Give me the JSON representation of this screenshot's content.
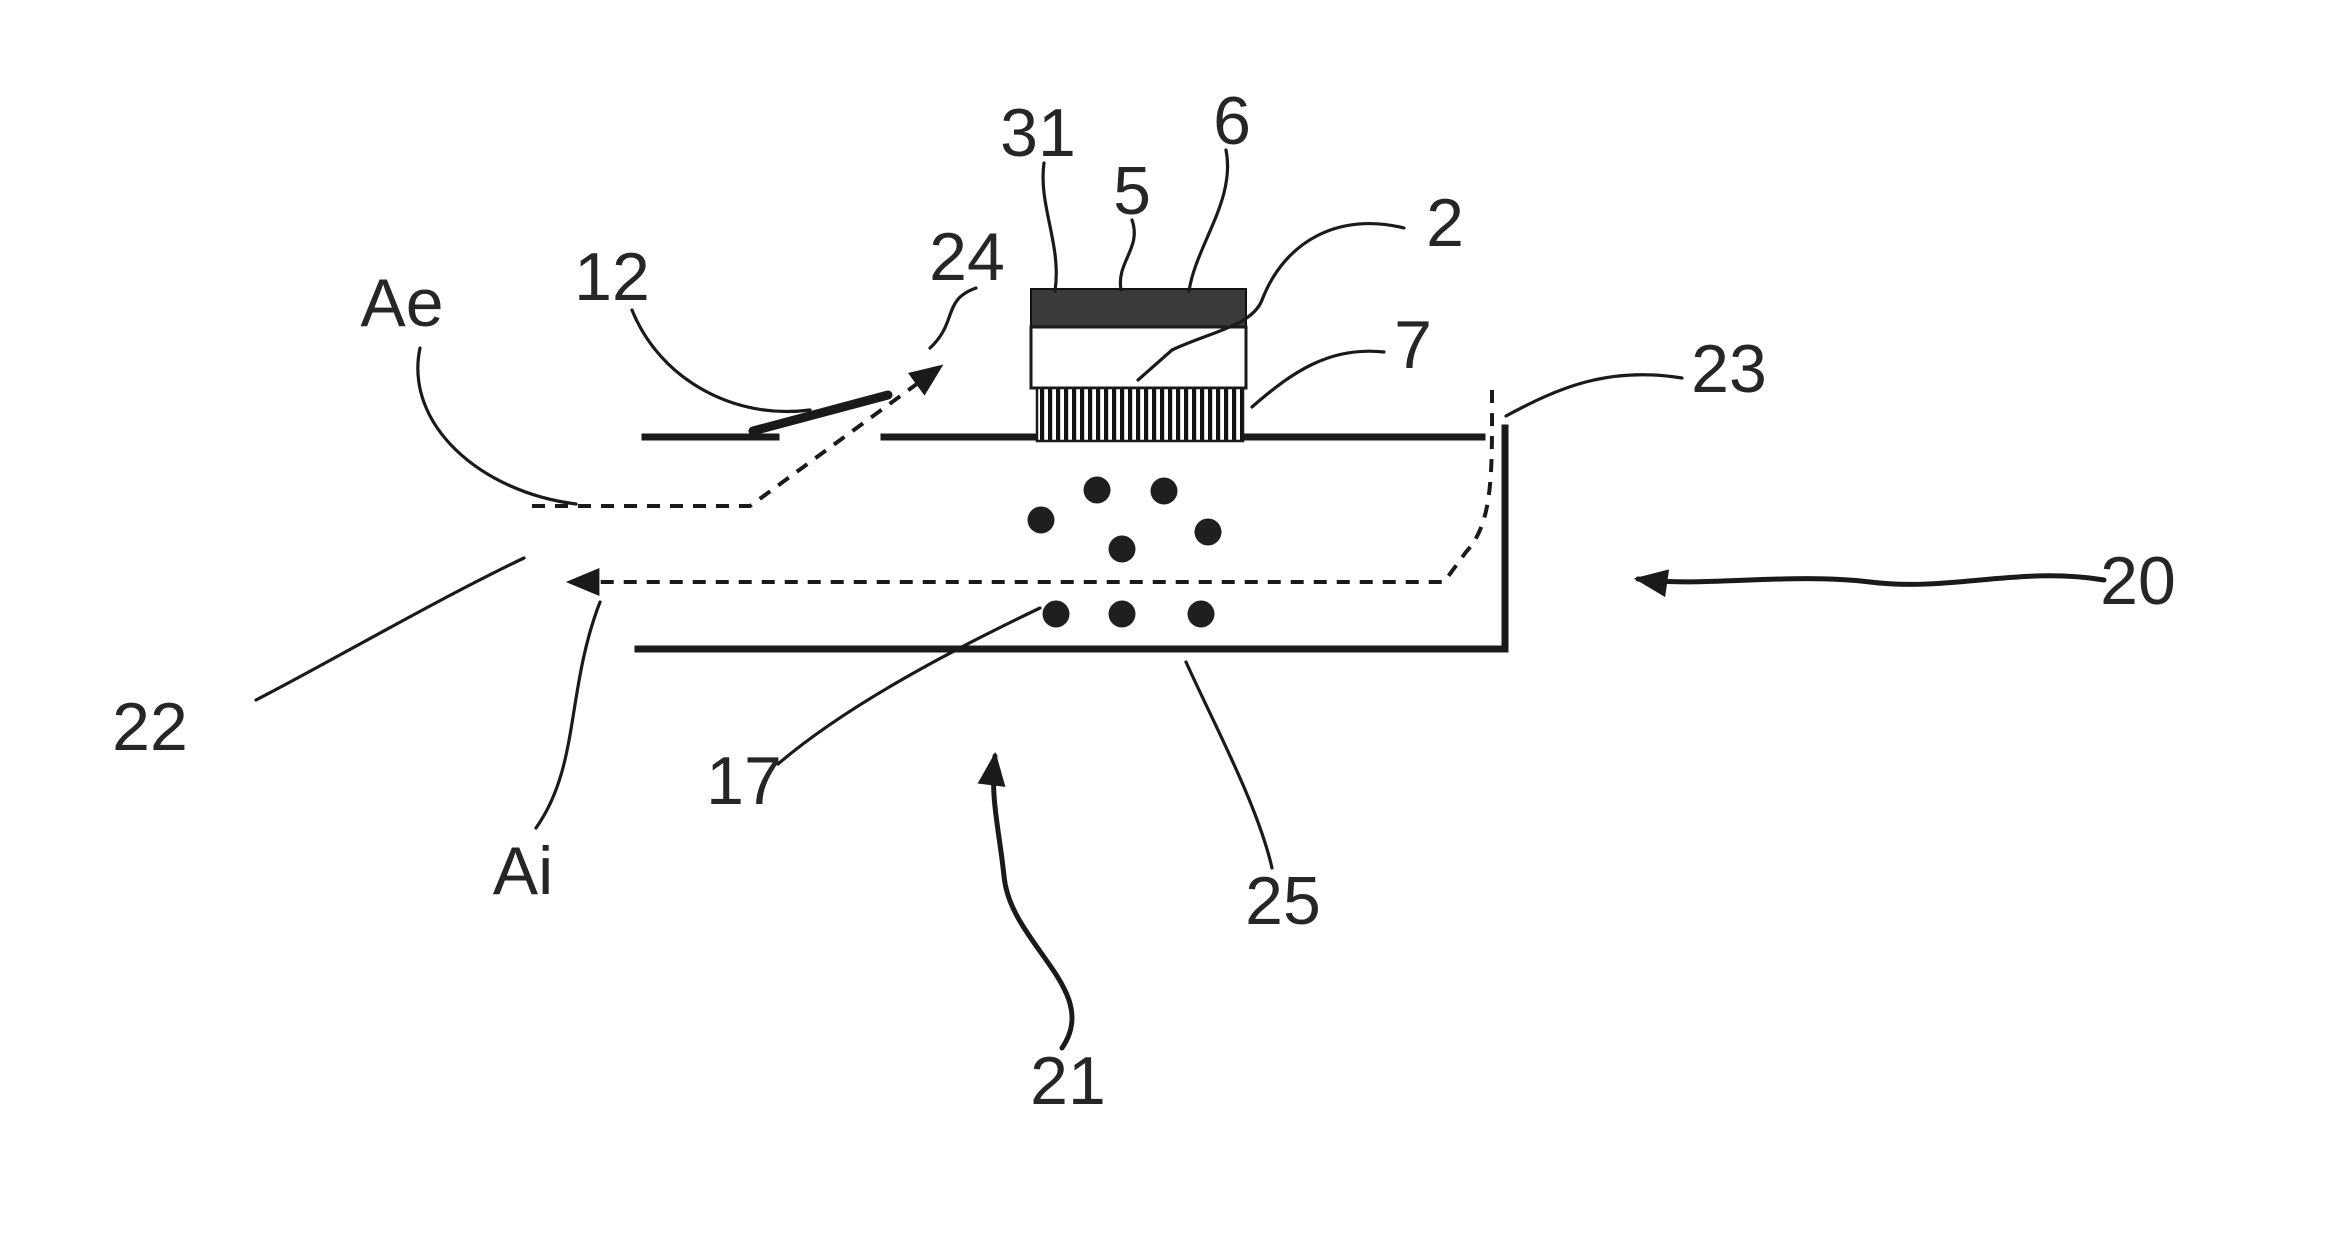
{
  "figure": {
    "type": "patent-line-drawing",
    "colors": {
      "ink": "#1a1a1a",
      "dark_layer": "#3b3b3b",
      "paper": "#ffffff"
    },
    "labels": {
      "n31": "31",
      "n5": "5",
      "n6": "6",
      "n2": "2",
      "n7": "7",
      "n24": "24",
      "n12": "12",
      "ae": "Ae",
      "n23": "23",
      "n20": "20",
      "n22": "22",
      "n17": "17",
      "ai": "Ai",
      "n25": "25",
      "n21": "21"
    }
  }
}
